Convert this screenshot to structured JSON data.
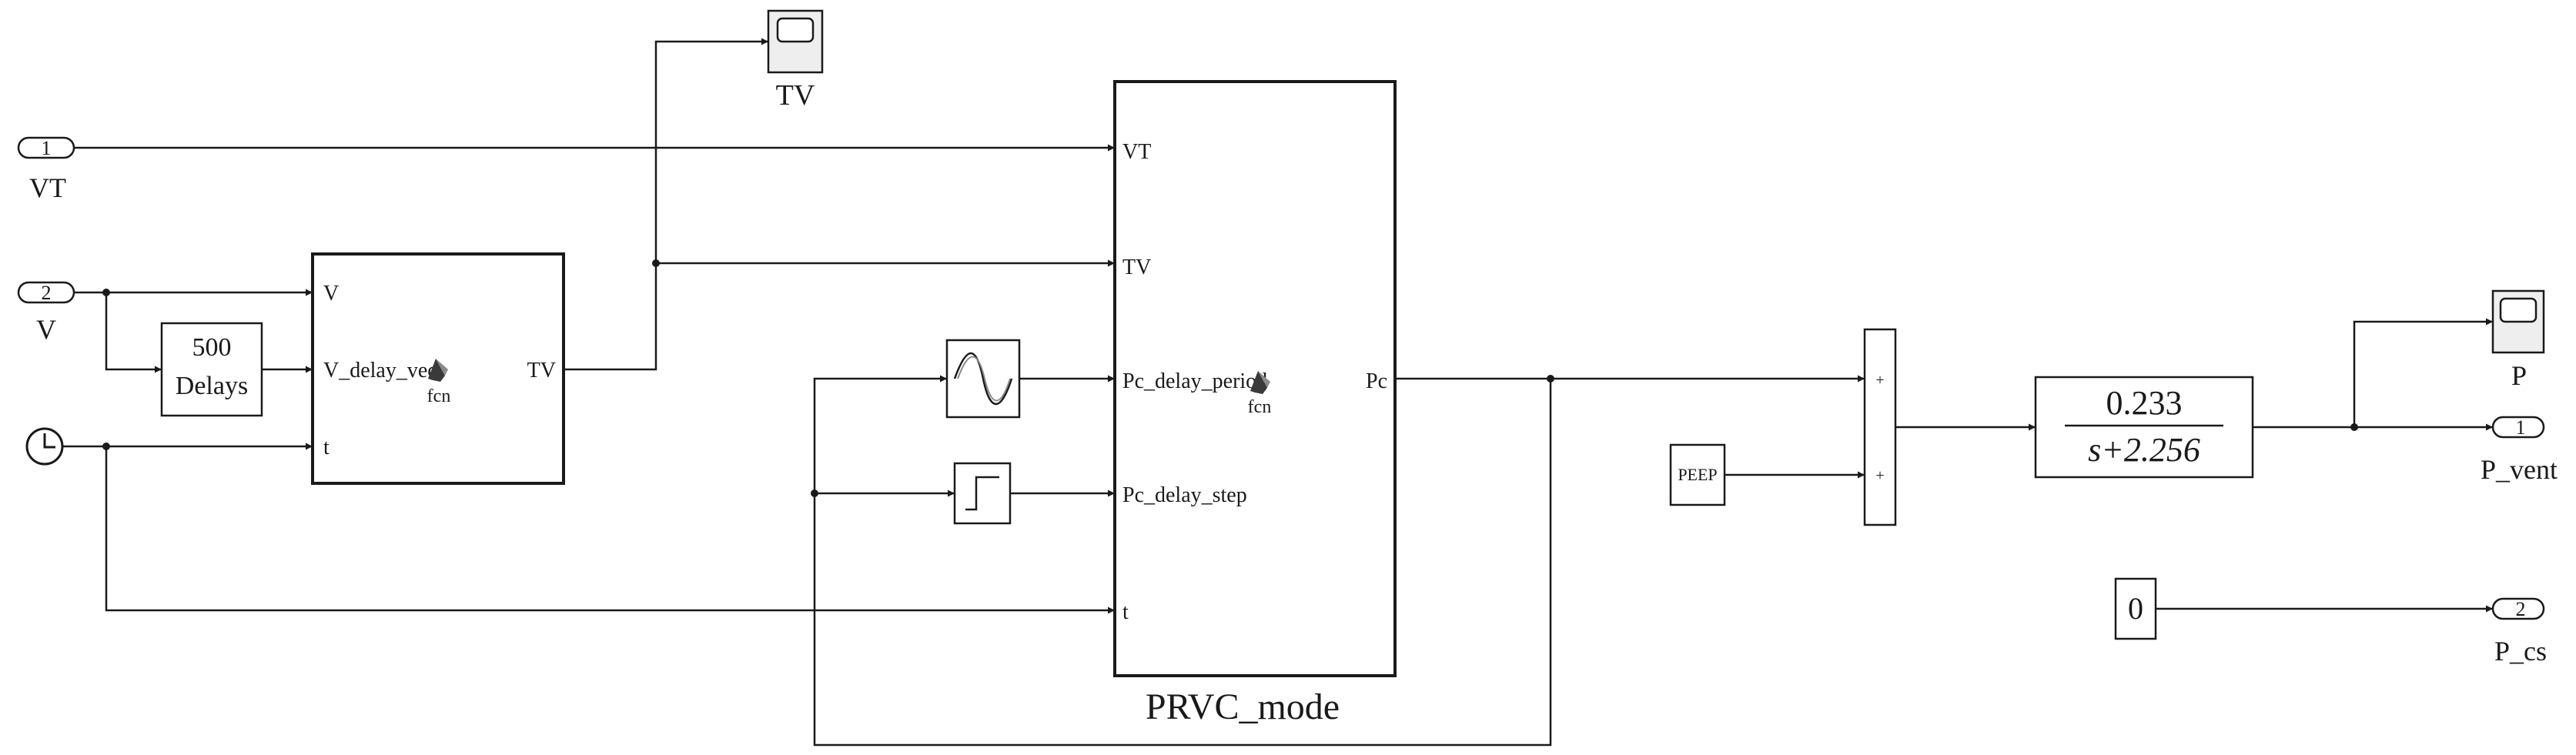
{
  "ports_in": [
    {
      "number": "1",
      "name": "VT"
    },
    {
      "number": "2",
      "name": "V"
    }
  ],
  "ports_out": [
    {
      "number": "1",
      "name": "P_vent"
    },
    {
      "number": "2",
      "name": "P_cs"
    }
  ],
  "scopes": {
    "tv": "TV",
    "p": "P"
  },
  "delay_block": {
    "line1": "500",
    "line2": "Delays"
  },
  "fcn_block_1": {
    "inputs": [
      "V",
      "V_delay_vec",
      "t"
    ],
    "output": "TV",
    "center_label": "fcn"
  },
  "fcn_block_2": {
    "title": "PRVC_mode",
    "inputs": [
      "VT",
      "TV",
      "Pc_delay_period",
      "Pc_delay_step",
      "t"
    ],
    "output": "Pc",
    "center_label": "fcn"
  },
  "peep_block": "PEEP",
  "sum_block": {
    "signs": [
      "+",
      "+"
    ]
  },
  "transfer_fcn": {
    "numerator": "0.233",
    "denominator": "s+2.256"
  },
  "constant_block": "0",
  "colors": {
    "line": "#1a1a1a",
    "background": "#ffffff",
    "block_fill": "#ffffff",
    "scope_fill": "#e6e6e6"
  }
}
